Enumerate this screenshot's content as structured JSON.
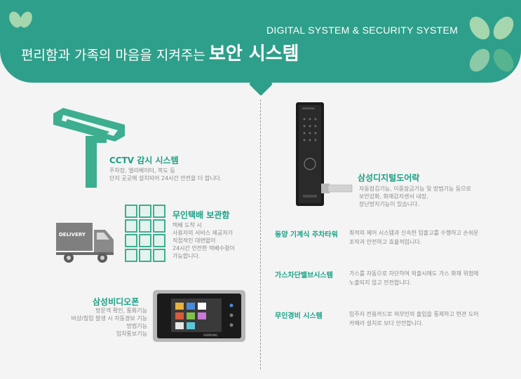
{
  "header": {
    "subtitle_en": "DIGITAL SYSTEM & SECURITY SYSTEM",
    "title_small": "편리함과 가족의 마음을 지켜주는",
    "title_big": "보안 시스템"
  },
  "colors": {
    "accent": "#1aa085",
    "header": "#2e9f8a",
    "leaf_light": "#a6d6ae",
    "leaf_dark": "#56b48f"
  },
  "cctv": {
    "title": "CCTV 감시 시스템",
    "lines": [
      "주차장, 엘리베이터, 복도 등",
      "단지 곳곳에 설치되어 24시간 안전을 더 합니다."
    ]
  },
  "parcel": {
    "title": "무인택배 보관함",
    "lines": [
      "택배 도착 시",
      "사용자의 서비스 제공자가",
      "직접적인 대면없이",
      "24시간 안전한 택배수령이",
      "가능합니다."
    ],
    "truck_label": "DELIVERY"
  },
  "videophone": {
    "title": "삼성비디오폰",
    "lines": [
      "방문객 확인, 통화기능",
      "비상/침입 발생 시 자동경보 기능",
      "방범기능",
      "입차통보기능"
    ],
    "brand": "SAMSUNG"
  },
  "doorlock": {
    "title": "삼성디지털도어락",
    "lines": [
      "자동잠김기능, 이중잠금기능 및 방범기능 등으로",
      "보안강화, 화재감지센서 내장,",
      "장난방지기능이 있습니다."
    ],
    "brand": "SAMSUNG"
  },
  "features": [
    {
      "title": "동양 기계식 주차타워",
      "lines": [
        "최적의 제어 시스템과 신속한 입출고를 수행하고 손쉬운",
        "조작과 안전하고 효율적입니다."
      ]
    },
    {
      "title": "가스차단밸브시스템",
      "lines": [
        "가스를 자동으로 차단하여 외출시에도 가스 화재 위험에",
        "노출되지 않고 안전합니다."
      ]
    },
    {
      "title": "무인경비 시스템",
      "lines": [
        "입주자 전용카드로 외부인의 출입을 통제하고 현관 도어",
        "카메라 설치로 보다 안전합니다."
      ]
    }
  ]
}
